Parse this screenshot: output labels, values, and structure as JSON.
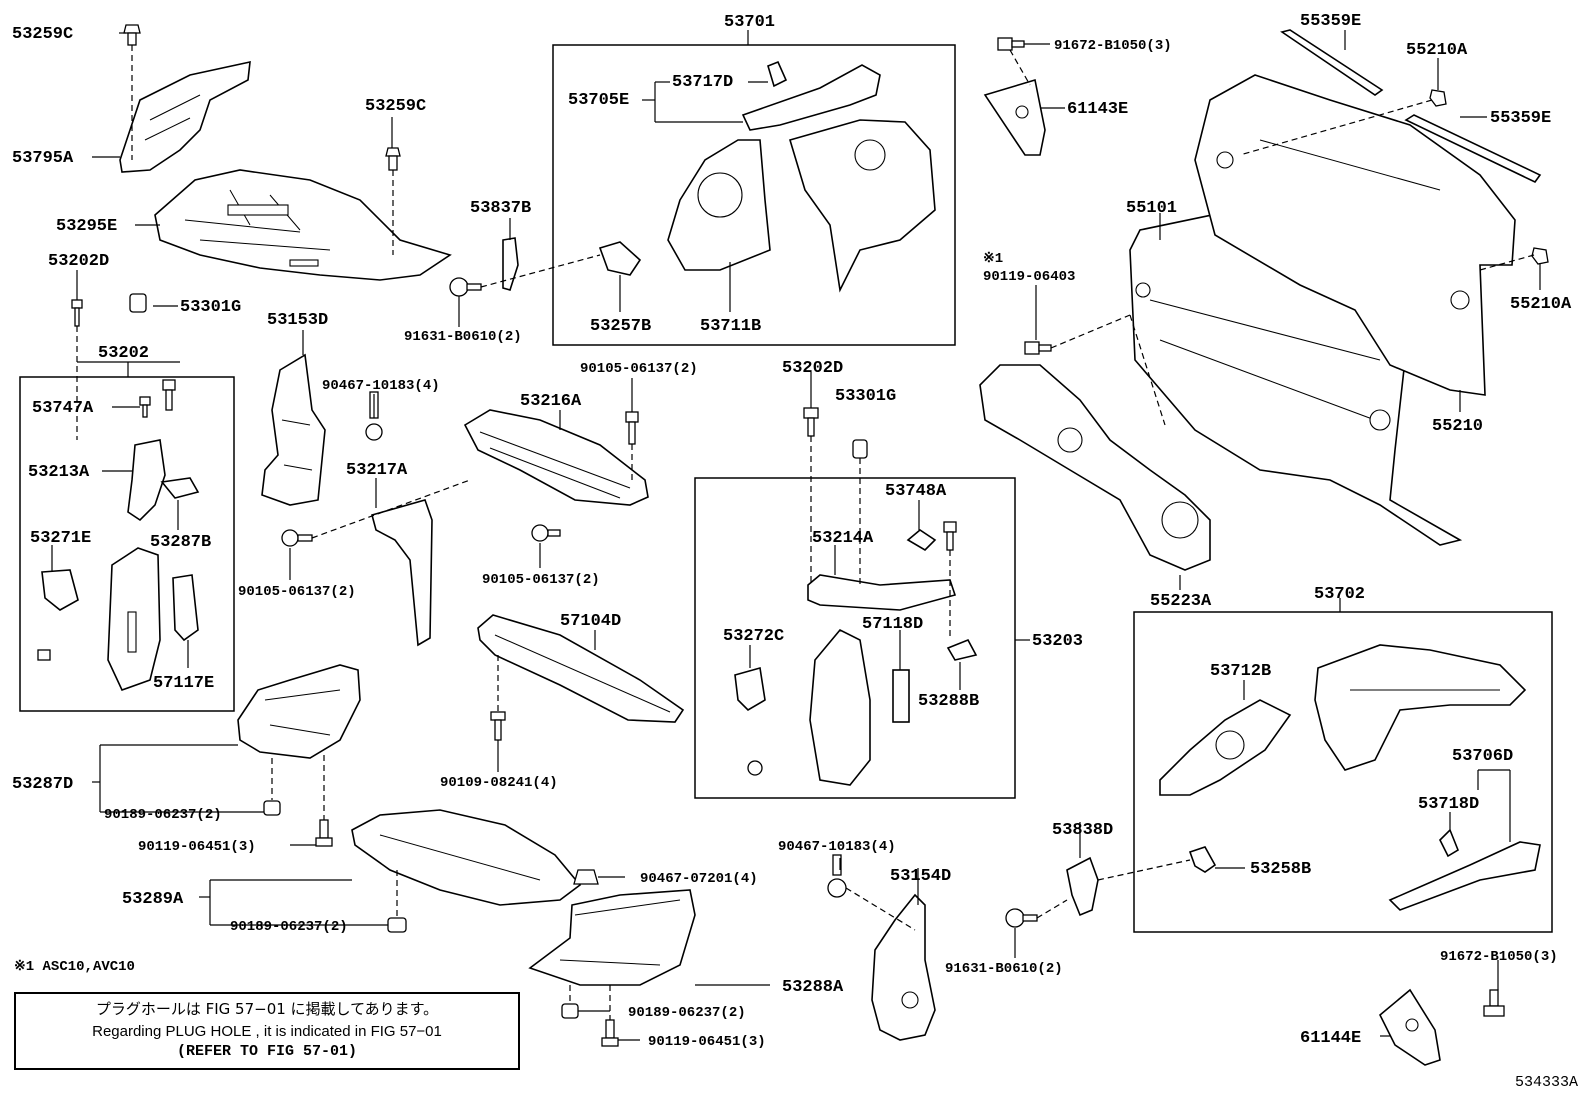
{
  "labels": {
    "p53259C_a": "53259C",
    "p53795A": "53795A",
    "p53259C_b": "53259C",
    "p53295E": "53295E",
    "p53202D_a": "53202D",
    "p53301G_a": "53301G",
    "p53202": "53202",
    "p53747A": "53747A",
    "p53213A": "53213A",
    "p53287B": "53287B",
    "p53271E": "53271E",
    "p57117E": "57117E",
    "p53153D": "53153D",
    "p90467_10183_a": "90467-10183(4)",
    "p53217A": "53217A",
    "p90105_06137_a": "90105-06137(2)",
    "p53216A": "53216A",
    "p90105_06137_b": "90105-06137(2)",
    "p90105_06137_c": "90105-06137(2)",
    "p53701": "53701",
    "p53717D": "53717D",
    "p53705E": "53705E",
    "p53837B": "53837B",
    "p91631_B0610_a": "91631-B0610(2)",
    "p53257B": "53257B",
    "p53711B": "53711B",
    "p91672_B1050_a": "91672-B1050(3)",
    "p61143E": "61143E",
    "p55359E_a": "55359E",
    "p55210A_a": "55210A",
    "p55359E_b": "55359E",
    "p55101": "55101",
    "p55210A_b": "55210A",
    "p55210": "55210",
    "p_star1": "※1",
    "p90119_06403": "90119-06403",
    "p55223A": "55223A",
    "p53202D_b": "53202D",
    "p53301G_b": "53301G",
    "p53748A": "53748A",
    "p53214A": "53214A",
    "p53272C": "53272C",
    "p57118D": "57118D",
    "p53288B": "53288B",
    "p53203": "53203",
    "p57104D": "57104D",
    "p90109_08241": "90109-08241(4)",
    "p53287D": "53287D",
    "p90189_06237_a": "90189-06237(2)",
    "p90119_06451_a": "90119-06451(3)",
    "p53289A": "53289A",
    "p90189_06237_b": "90189-06237(2)",
    "p90467_07201": "90467-07201(4)",
    "p90189_06237_c": "90189-06237(2)",
    "p90119_06451_b": "90119-06451(3)",
    "p53288A": "53288A",
    "p90467_10183_b": "90467-10183(4)",
    "p53154D": "53154D",
    "p53838D": "53838D",
    "p91631_B0610_b": "91631-B0610(2)",
    "p53258B": "53258B",
    "p53702": "53702",
    "p53712B": "53712B",
    "p53706D": "53706D",
    "p53718D": "53718D",
    "p91672_B1050_b": "91672-B1050(3)",
    "p61144E": "61144E"
  },
  "footnote": "※1 ASC10,AVC10",
  "note": {
    "jp": "プラグホールは FIG 57−01 に掲載してあります。",
    "en": "Regarding  PLUG HOLE , it is indicated in FIG  57−01",
    "ref": "(REFER TO FIG 57-01)"
  },
  "figure_code": "534333A"
}
